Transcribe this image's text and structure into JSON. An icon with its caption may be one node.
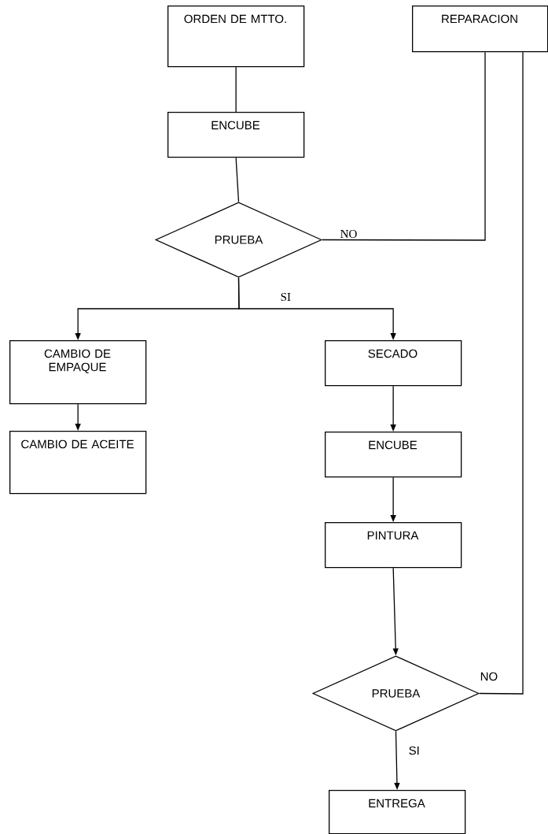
{
  "diagram": {
    "nodes": [
      {
        "text": [
          "ORDEN DE MTTO."
        ]
      },
      {
        "text": [
          "REPARACION"
        ]
      },
      {
        "text": [
          "ENCUBE"
        ]
      },
      {
        "text": [
          "PRUEBA"
        ]
      },
      {
        "text": [
          "CAMBIO DE EMPAQUE"
        ]
      },
      {
        "text": [
          "SECADO"
        ]
      },
      {
        "text": [
          "CAMBIO DE ACEITE"
        ]
      },
      {
        "text": [
          "ENCUBE"
        ]
      },
      {
        "text": [
          "PINTURA"
        ]
      },
      {
        "text": [
          "PRUEBA"
        ]
      },
      {
        "text": [
          "ENTREGA"
        ]
      }
    ],
    "edges": [
      {
        "from": 0,
        "to": 2,
        "arrow": "none"
      },
      {
        "from": 2,
        "to": 3,
        "arrow": "none"
      },
      {
        "from": 3,
        "to": 1,
        "arrow": "none",
        "label": "NO"
      },
      {
        "from": 3,
        "to": 4,
        "arrow": "to"
      },
      {
        "from": 3,
        "to": 5,
        "arrow": "to",
        "label": "SI"
      },
      {
        "from": 4,
        "to": 6,
        "arrow": "to"
      },
      {
        "from": 5,
        "to": 7,
        "arrow": "to"
      },
      {
        "from": 7,
        "to": 8,
        "arrow": "to"
      },
      {
        "from": 8,
        "to": 9,
        "arrow": "to"
      },
      {
        "from": 9,
        "to": 1,
        "arrow": "none",
        "label": "NO"
      },
      {
        "from": 9,
        "to": 10,
        "arrow": "to",
        "label": "SI"
      }
    ]
  }
}
